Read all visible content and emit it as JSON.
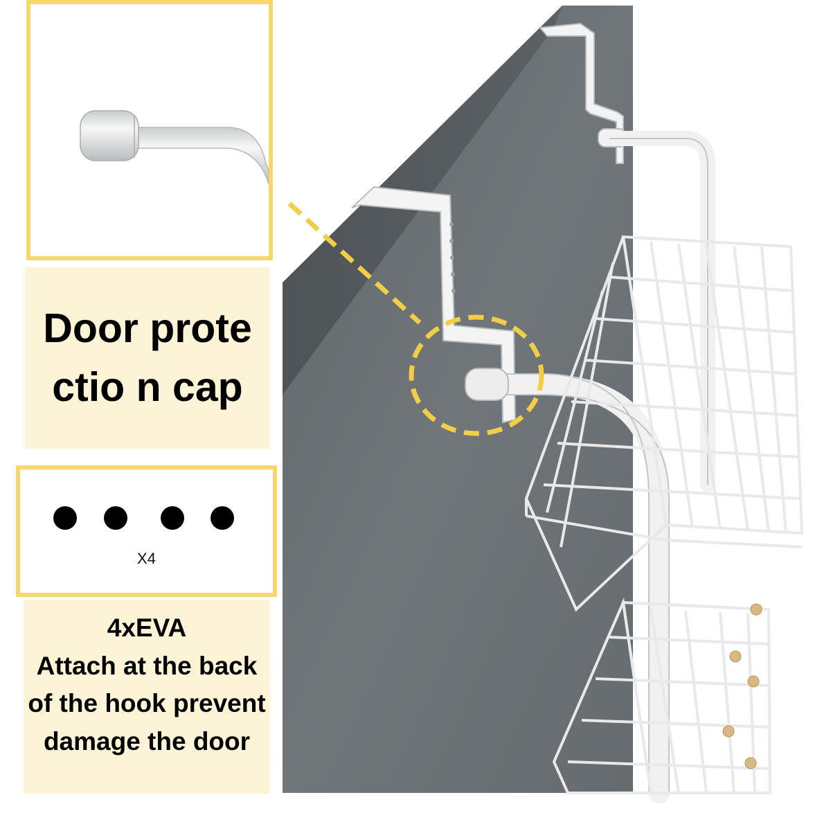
{
  "callouts": {
    "cap_title": "Door protectio n cap",
    "eva_count": "X4",
    "eva_heading": "4xEVA",
    "eva_description": "Attach at the back of the hook prevent damage the door"
  },
  "colors": {
    "accent_yellow": "#f7d66c",
    "label_background": "#fdf3d6",
    "door_gray": "#6b7275",
    "rack_white": "#f2f2f2"
  },
  "icons": {
    "eva_pads": "black-dot-icon"
  }
}
